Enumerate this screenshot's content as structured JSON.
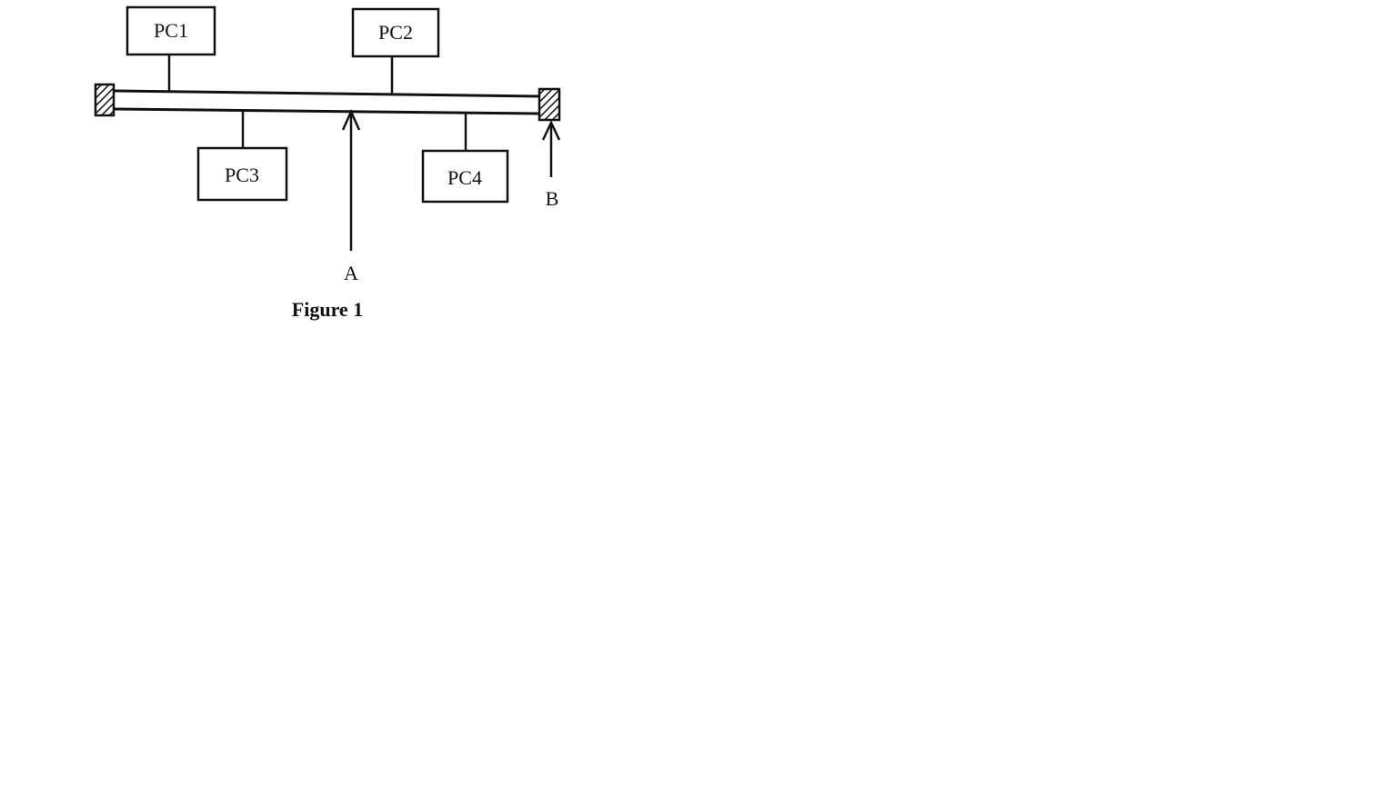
{
  "nodes": [
    {
      "id": "pc1",
      "label": "PC1"
    },
    {
      "id": "pc2",
      "label": "PC2"
    },
    {
      "id": "pc3",
      "label": "PC3"
    },
    {
      "id": "pc4",
      "label": "PC4"
    }
  ],
  "pointers": {
    "a": "A",
    "b": "B"
  },
  "caption": "Figure 1"
}
